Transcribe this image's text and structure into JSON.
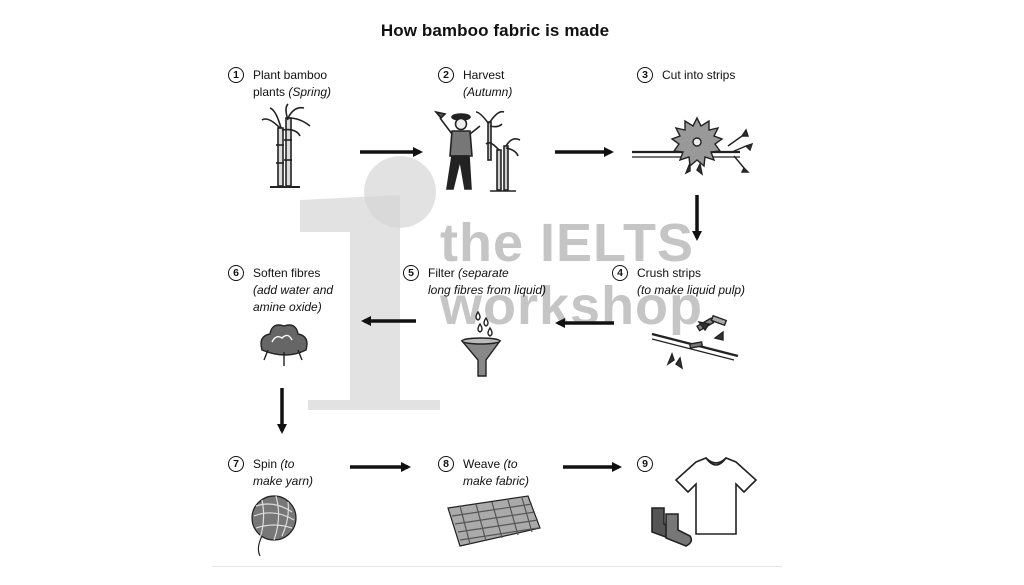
{
  "diagram": {
    "title": "How bamboo fabric is made",
    "steps": [
      {
        "num": "1",
        "label": "Plant bamboo",
        "label2": "plants",
        "note": "(Spring)"
      },
      {
        "num": "2",
        "label": "Harvest",
        "note": "(Autumn)"
      },
      {
        "num": "3",
        "label": "Cut into strips"
      },
      {
        "num": "4",
        "label": "Crush strips",
        "note": "(to make liquid pulp)"
      },
      {
        "num": "5",
        "label": "Filter",
        "note": "(separate",
        "note2": "long fibres from liquid)"
      },
      {
        "num": "6",
        "label": "Soften fibres",
        "note": "(add water and",
        "note2": "amine oxide)"
      },
      {
        "num": "7",
        "label": "Spin",
        "note": "(to",
        "note2": "make yarn)"
      },
      {
        "num": "8",
        "label": "Weave",
        "note": "(to",
        "note2": "make fabric)"
      },
      {
        "num": "9"
      }
    ]
  },
  "watermark": {
    "line1": "the IELTS",
    "line2": "workshop"
  },
  "icons": {
    "step1": "bamboo-plant-icon",
    "step2": "farmer-harvesting-icon",
    "step3": "circular-saw-icon",
    "step4": "crushed-bamboo-icon",
    "step5": "filter-funnel-icon",
    "step6": "cotton-boll-icon",
    "step7": "yarn-ball-icon",
    "step8": "woven-fabric-icon",
    "step9": "tshirt-and-socks-icon"
  }
}
